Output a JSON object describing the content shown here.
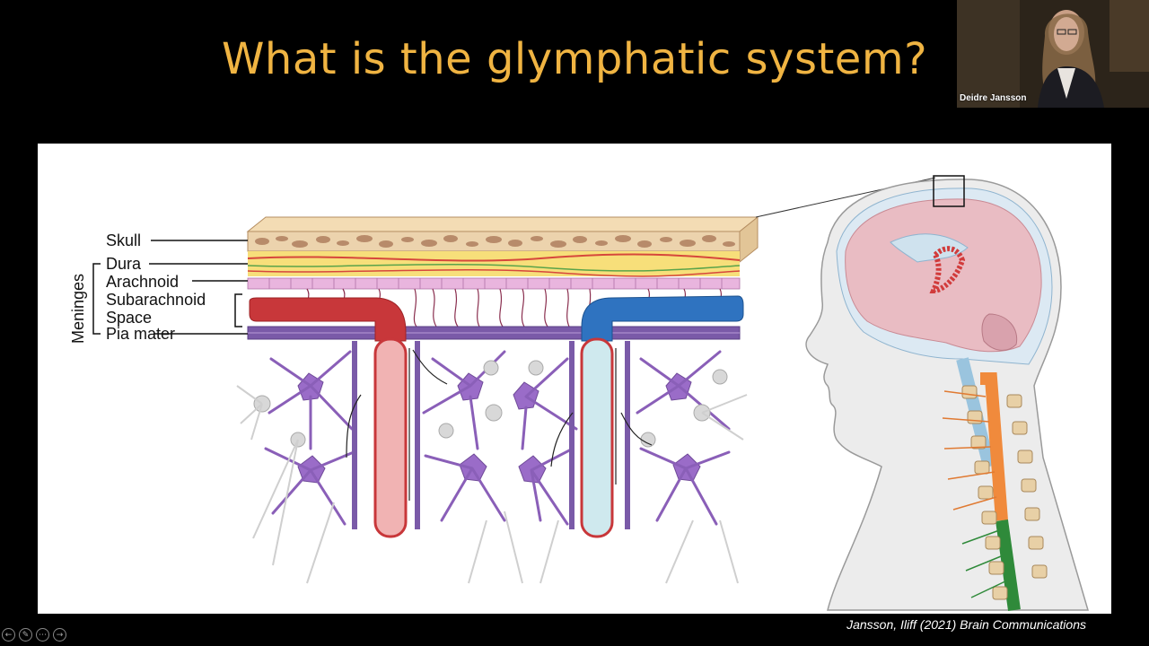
{
  "slide": {
    "title": "What is the glymphatic system?",
    "citation": "Jansson, Iliff (2021) Brain Communications"
  },
  "figure": {
    "labels": {
      "skull": "Skull",
      "dura": "Dura",
      "arachnoid": "Arachnoid",
      "subarachnoid_line1": "Subarachnoid",
      "subarachnoid_line2": "Space",
      "pia_mater": "Pia mater",
      "meninges": "Meninges"
    },
    "colors": {
      "artery": "#c8373a",
      "vein": "#2f73c0",
      "neuron": "#8a5fb8",
      "spinal_cord_upper": "#f08a3c",
      "spinal_cord_lower": "#2f8a3a"
    }
  },
  "video": {
    "speaker_name": "Deidre Jansson"
  },
  "controls": {
    "prev_icon": "arrow-left-icon",
    "pen_icon": "pen-icon",
    "more_icon": "more-icon",
    "next_icon": "arrow-right-icon",
    "prev_glyph": "←",
    "pen_glyph": "✎",
    "more_glyph": "⋯",
    "next_glyph": "→"
  }
}
